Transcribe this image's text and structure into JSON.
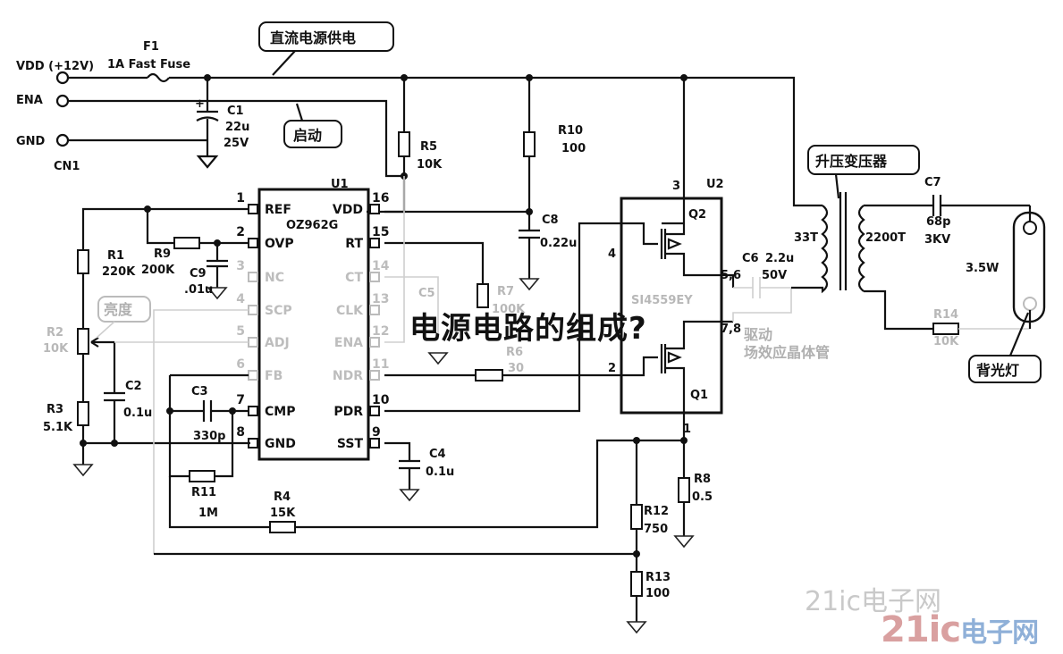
{
  "title": "电源电路的组成?",
  "callouts": {
    "dc_supply": "直流电源供电",
    "enable": "启动",
    "brightness": "亮度",
    "step_up_transformer": "升压变压器",
    "backlight": "背光灯",
    "mosfet_drive": "驱动",
    "mosfet_drive_2": "场效应晶体管"
  },
  "connector": {
    "vdd": "VDD (+12V)",
    "ena": "ENA",
    "gnd": "GND",
    "name": "CN1"
  },
  "fuse": {
    "ref": "F1",
    "value": "1A Fast Fuse"
  },
  "components": {
    "C1": {
      "ref": "C1",
      "v1": "22u",
      "v2": "25V"
    },
    "R5": {
      "ref": "R5",
      "value": "10K"
    },
    "R10": {
      "ref": "R10",
      "value": "100"
    },
    "C8": {
      "ref": "C8",
      "value": "0.22u"
    },
    "R1": {
      "ref": "R1",
      "value": "220K"
    },
    "R9": {
      "ref": "R9",
      "value": "200K"
    },
    "C9": {
      "ref": "C9",
      "value": ".01u"
    },
    "R2": {
      "ref": "R2",
      "value": "10K"
    },
    "R3": {
      "ref": "R3",
      "value": "5.1K"
    },
    "C2": {
      "ref": "C2",
      "value": "0.1u"
    },
    "C3": {
      "ref": "C3",
      "value": "330p"
    },
    "R11": {
      "ref": "R11",
      "value": "1M"
    },
    "R4": {
      "ref": "R4",
      "value": "15K"
    },
    "C4": {
      "ref": "C4",
      "value": "0.1u"
    },
    "C5": {
      "ref": "C5",
      "value": ""
    },
    "R7": {
      "ref": "R7",
      "value": "100K"
    },
    "R6": {
      "ref": "R6",
      "value": "30"
    },
    "C6": {
      "ref": "C6",
      "value": "2.2u",
      "v2": "50V"
    },
    "R8": {
      "ref": "R8",
      "value": "0.5"
    },
    "R12": {
      "ref": "R12",
      "value": "750"
    },
    "R13": {
      "ref": "R13",
      "value": "100"
    },
    "C7": {
      "ref": "C7",
      "value": "68p",
      "v2": "3KV"
    },
    "R14": {
      "ref": "R14",
      "value": "10K"
    }
  },
  "u1": {
    "ref": "U1",
    "part": "OZ962G",
    "left_pins": [
      {
        "num": "1",
        "name": "REF"
      },
      {
        "num": "2",
        "name": "OVP"
      },
      {
        "num": "3",
        "name": "NC"
      },
      {
        "num": "4",
        "name": "SCP"
      },
      {
        "num": "5",
        "name": "ADJ"
      },
      {
        "num": "6",
        "name": "FB"
      },
      {
        "num": "7",
        "name": "CMP"
      },
      {
        "num": "8",
        "name": "GND"
      }
    ],
    "right_pins": [
      {
        "num": "16",
        "name": "VDD"
      },
      {
        "num": "15",
        "name": "RT"
      },
      {
        "num": "14",
        "name": "CT"
      },
      {
        "num": "13",
        "name": "CLK"
      },
      {
        "num": "12",
        "name": "ENA"
      },
      {
        "num": "11",
        "name": "NDR"
      },
      {
        "num": "10",
        "name": "PDR"
      },
      {
        "num": "9",
        "name": "SST"
      }
    ]
  },
  "u2": {
    "ref": "U2",
    "part": "SI4559EY",
    "q_top": "Q2",
    "q_bottom": "Q1",
    "pins": {
      "p3": "3",
      "p4": "4",
      "p56": "5,6",
      "p78": "7,8",
      "p2": "2",
      "p1": "1"
    }
  },
  "transformer": {
    "primary": "33T",
    "secondary": "2200T"
  },
  "lamp": {
    "power": "3.5W"
  },
  "watermark": {
    "brand": "21ic电子网",
    "logo": "21ic",
    "logo_cn": "电子网"
  }
}
